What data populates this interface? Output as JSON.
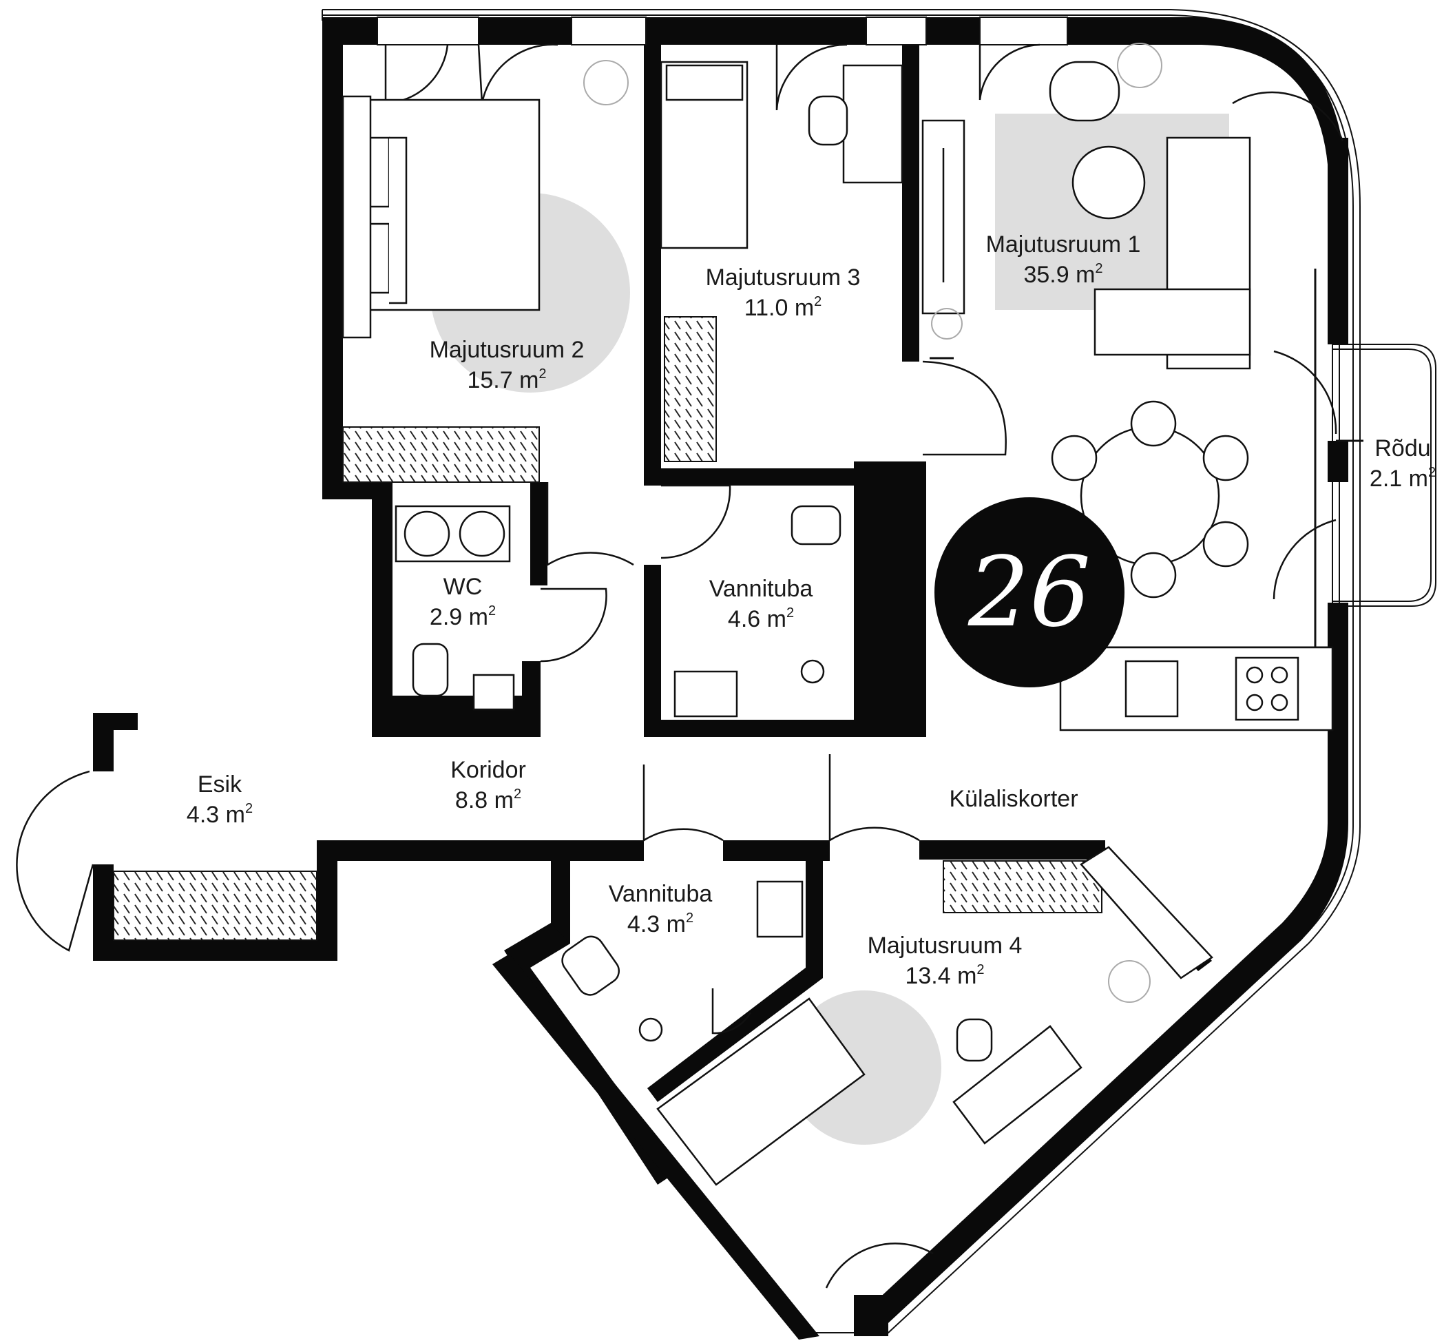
{
  "unit_number": "26",
  "area_unit": "m",
  "area_unit_exponent": "2",
  "rooms": [
    {
      "id": "majutusruum-2",
      "name": "Majutusruum 2",
      "area": "15.7"
    },
    {
      "id": "majutusruum-3",
      "name": "Majutusruum 3",
      "area": "11.0"
    },
    {
      "id": "majutusruum-1",
      "name": "Majutusruum 1",
      "area": "35.9"
    },
    {
      "id": "rodu",
      "name": "Rõdu",
      "area": "2.1"
    },
    {
      "id": "wc",
      "name": "WC",
      "area": "2.9"
    },
    {
      "id": "vannituba-a",
      "name": "Vannituba",
      "area": "4.6"
    },
    {
      "id": "esik",
      "name": "Esik",
      "area": "4.3"
    },
    {
      "id": "koridor",
      "name": "Koridor",
      "area": "8.8"
    },
    {
      "id": "vannituba-b",
      "name": "Vannituba",
      "area": "4.3"
    },
    {
      "id": "majutusruum-4",
      "name": "Majutusruum 4",
      "area": "13.4"
    }
  ],
  "zone_label": "Külaliskorter"
}
